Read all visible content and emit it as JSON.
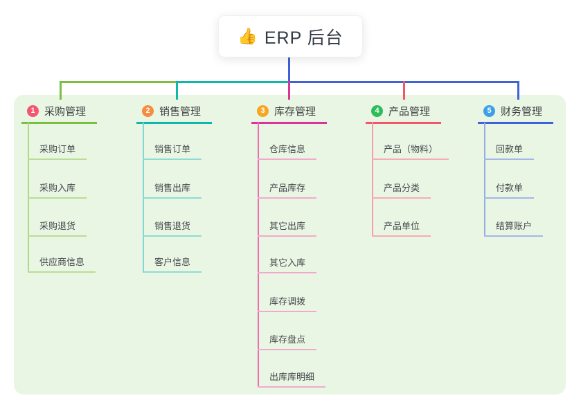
{
  "root": {
    "icon": "👍",
    "title": "ERP 后台"
  },
  "branches": [
    {
      "badge": "1",
      "label": "采购管理",
      "badge_color": "#F4566F",
      "line_color": "#7CBE3F",
      "light_line_color": "#B9DD95",
      "children": [
        "采购订单",
        "采购入库",
        "采购退货",
        "供应商信息"
      ]
    },
    {
      "badge": "2",
      "label": "销售管理",
      "badge_color": "#F68C3F",
      "line_color": "#12B7AC",
      "light_line_color": "#8FDBD4",
      "children": [
        "销售订单",
        "销售出库",
        "销售退货",
        "客户信息"
      ]
    },
    {
      "badge": "3",
      "label": "库存管理",
      "badge_color": "#F6A623",
      "line_color": "#D8359B",
      "light_line_color": "#F3A9CE",
      "children": [
        "仓库信息",
        "产品库存",
        "其它出库",
        "其它入库",
        "库存调拨",
        "库存盘点",
        "出库库明细"
      ]
    },
    {
      "badge": "4",
      "label": "产品管理",
      "badge_color": "#2EBD59",
      "line_color": "#F5556A",
      "light_line_color": "#F8ABB7",
      "children": [
        "产品（物料）",
        "产品分类",
        "产品单位"
      ]
    },
    {
      "badge": "5",
      "label": "财务管理",
      "badge_color": "#3D9FE8",
      "line_color": "#3D62D9",
      "light_line_color": "#A4B7E8",
      "children": [
        "回款单",
        "付款单",
        "结算账户"
      ]
    }
  ],
  "colors": {
    "panel_background": "#EAF6E4",
    "root_connector": "#4161D8",
    "text_dark": "#3C4043"
  }
}
